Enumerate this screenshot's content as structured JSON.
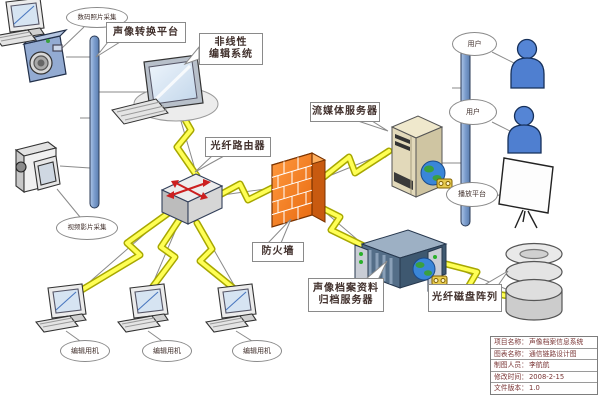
{
  "labels": {
    "photo_capture": "数码照片采集",
    "video_capture": "视频影片采集",
    "av_platform": "声像转换平台",
    "nle": {
      "line1": "非线性",
      "line2": "编辑系统"
    },
    "fiber_router": "光纤路由器",
    "firewall": "防火墙",
    "streaming_server": "流媒体服务器",
    "archive_server": {
      "line1": "声像档案资料",
      "line2": "归档服务器"
    },
    "disk_array": "光纤磁盘阵列",
    "user_top": "用户",
    "user_bottom": "用户",
    "playback_platform": "播放平台",
    "edit_pc_1": "编辑用机",
    "edit_pc_2": "编辑用机",
    "edit_pc_3": "编辑用机"
  },
  "title_block": {
    "rows": [
      {
        "label": "项目名称：",
        "value": "声像档案信息系统"
      },
      {
        "label": "图表名称：",
        "value": "通信链路设计图"
      },
      {
        "label": "制图人员：",
        "value": "李航航"
      },
      {
        "label": "修改时间：",
        "value": "2008-2-15"
      },
      {
        "label": "文件版本：",
        "value": "1.0"
      }
    ]
  },
  "colors": {
    "bolt_yellow": "#ffff55",
    "bolt_edge": "#a8a800",
    "firewall_orange": "#f07820",
    "bus_bar_blue": "#7a9ccc",
    "person_blue": "#5585d5",
    "table_text": "#7a3535"
  }
}
